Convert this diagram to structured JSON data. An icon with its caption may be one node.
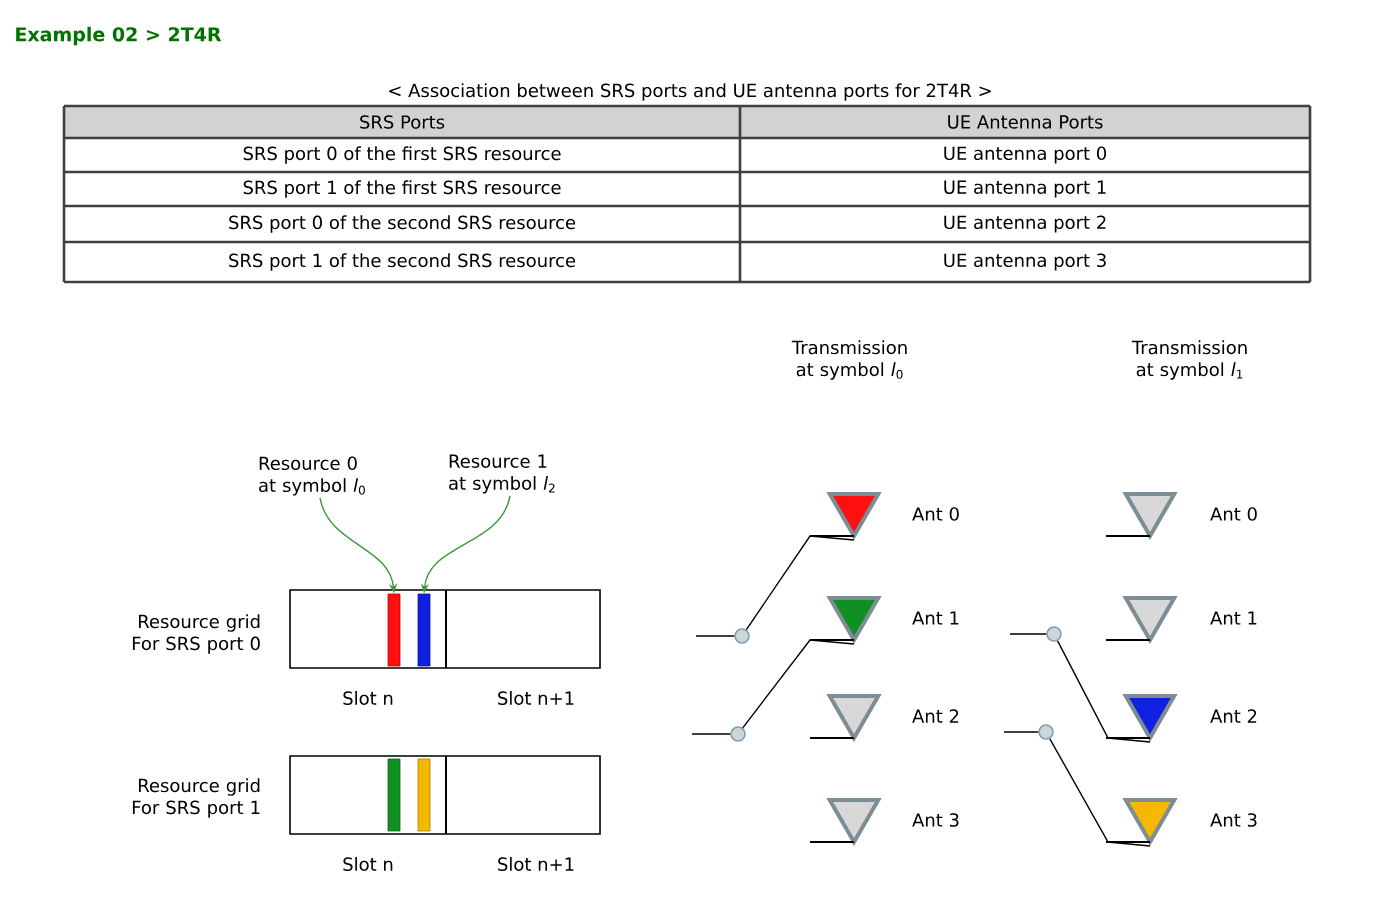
{
  "diagram": {
    "title": "Example 02 > 2T4R",
    "nodes": [
      {
        "text": [
          "Resource 0 at symbol *l*$_{0}$"
        ]
      },
      {
        "text": [
          "Resource 1 at symbol *l*$_{2}$"
        ]
      },
      {
        "text": [],
        "shape": "box",
        "beside": [
          "Resource grid For SRS port 0",
          "Slot n",
          "Slot n+1"
        ]
      },
      {
        "text": [],
        "shape": "bar",
        "in": 2
      },
      {
        "text": [],
        "shape": "bar",
        "in": 2
      },
      {
        "text": [],
        "shape": "box",
        "beside": [
          "Resource grid For SRS port 1",
          "Slot n",
          "Slot n+1"
        ]
      },
      {
        "text": [],
        "shape": "bar",
        "in": 5
      },
      {
        "text": [],
        "shape": "bar",
        "in": 5
      },
      {
        "text": [],
        "shape": "triangle",
        "beside": [
          "Ant 0"
        ]
      },
      {
        "text": [],
        "shape": "triangle",
        "beside": [
          "Ant 1"
        ]
      },
      {
        "text": [],
        "shape": "triangle",
        "beside": [
          "Ant 2"
        ]
      },
      {
        "text": [],
        "shape": "triangle",
        "beside": [
          "Ant 3"
        ]
      },
      {
        "text": [],
        "shape": "circle"
      },
      {
        "text": [],
        "shape": "circle"
      },
      {
        "text": [],
        "shape": "triangle",
        "beside": [
          "Ant 0"
        ]
      },
      {
        "text": [],
        "shape": "triangle",
        "beside": [
          "Ant 1"
        ]
      },
      {
        "text": [],
        "shape": "triangle",
        "beside": [
          "Ant 2"
        ]
      },
      {
        "text": [],
        "shape": "triangle",
        "beside": [
          "Ant 3"
        ]
      },
      {
        "text": [],
        "shape": "circle"
      },
      {
        "text": [],
        "shape": "circle"
      }
    ],
    "edges": [
      {
        "from": 0,
        "to": 3,
        "arrow": "to",
        "color": "#3a9a3a"
      },
      {
        "from": 1,
        "to": 4,
        "arrow": "to",
        "color": "#3a9a3a"
      },
      {
        "from": 12,
        "to": 8,
        "arrow": "none"
      },
      {
        "from": 13,
        "to": 9,
        "arrow": "none"
      },
      {
        "from": 18,
        "to": 16,
        "arrow": "none"
      },
      {
        "from": 19,
        "to": 17,
        "arrow": "none"
      },
      {
        "from": null,
        "to": 12,
        "arrow": "none"
      },
      {
        "from": null,
        "to": 13,
        "arrow": "none"
      },
      {
        "from": null,
        "to": 18,
        "arrow": "none"
      },
      {
        "from": null,
        "to": 19,
        "arrow": "none"
      }
    ],
    "labels": [
      "< Association between SRS ports and UE antenna ports for 2T4R >",
      "SRS Ports",
      "UE Antenna Ports",
      "SRS port 0 of the first SRS resource",
      "UE antenna port 0",
      "SRS port 1 of the first SRS resource",
      "UE antenna port 1",
      "SRS port 0 of the second SRS resource",
      "UE antenna port 2",
      "SRS port 1 of the second SRS resource",
      "UE antenna port 3",
      "Transmission at symbol *l*$_{0}$",
      "Transmission at symbol *l*$_{1}$"
    ]
  }
}
